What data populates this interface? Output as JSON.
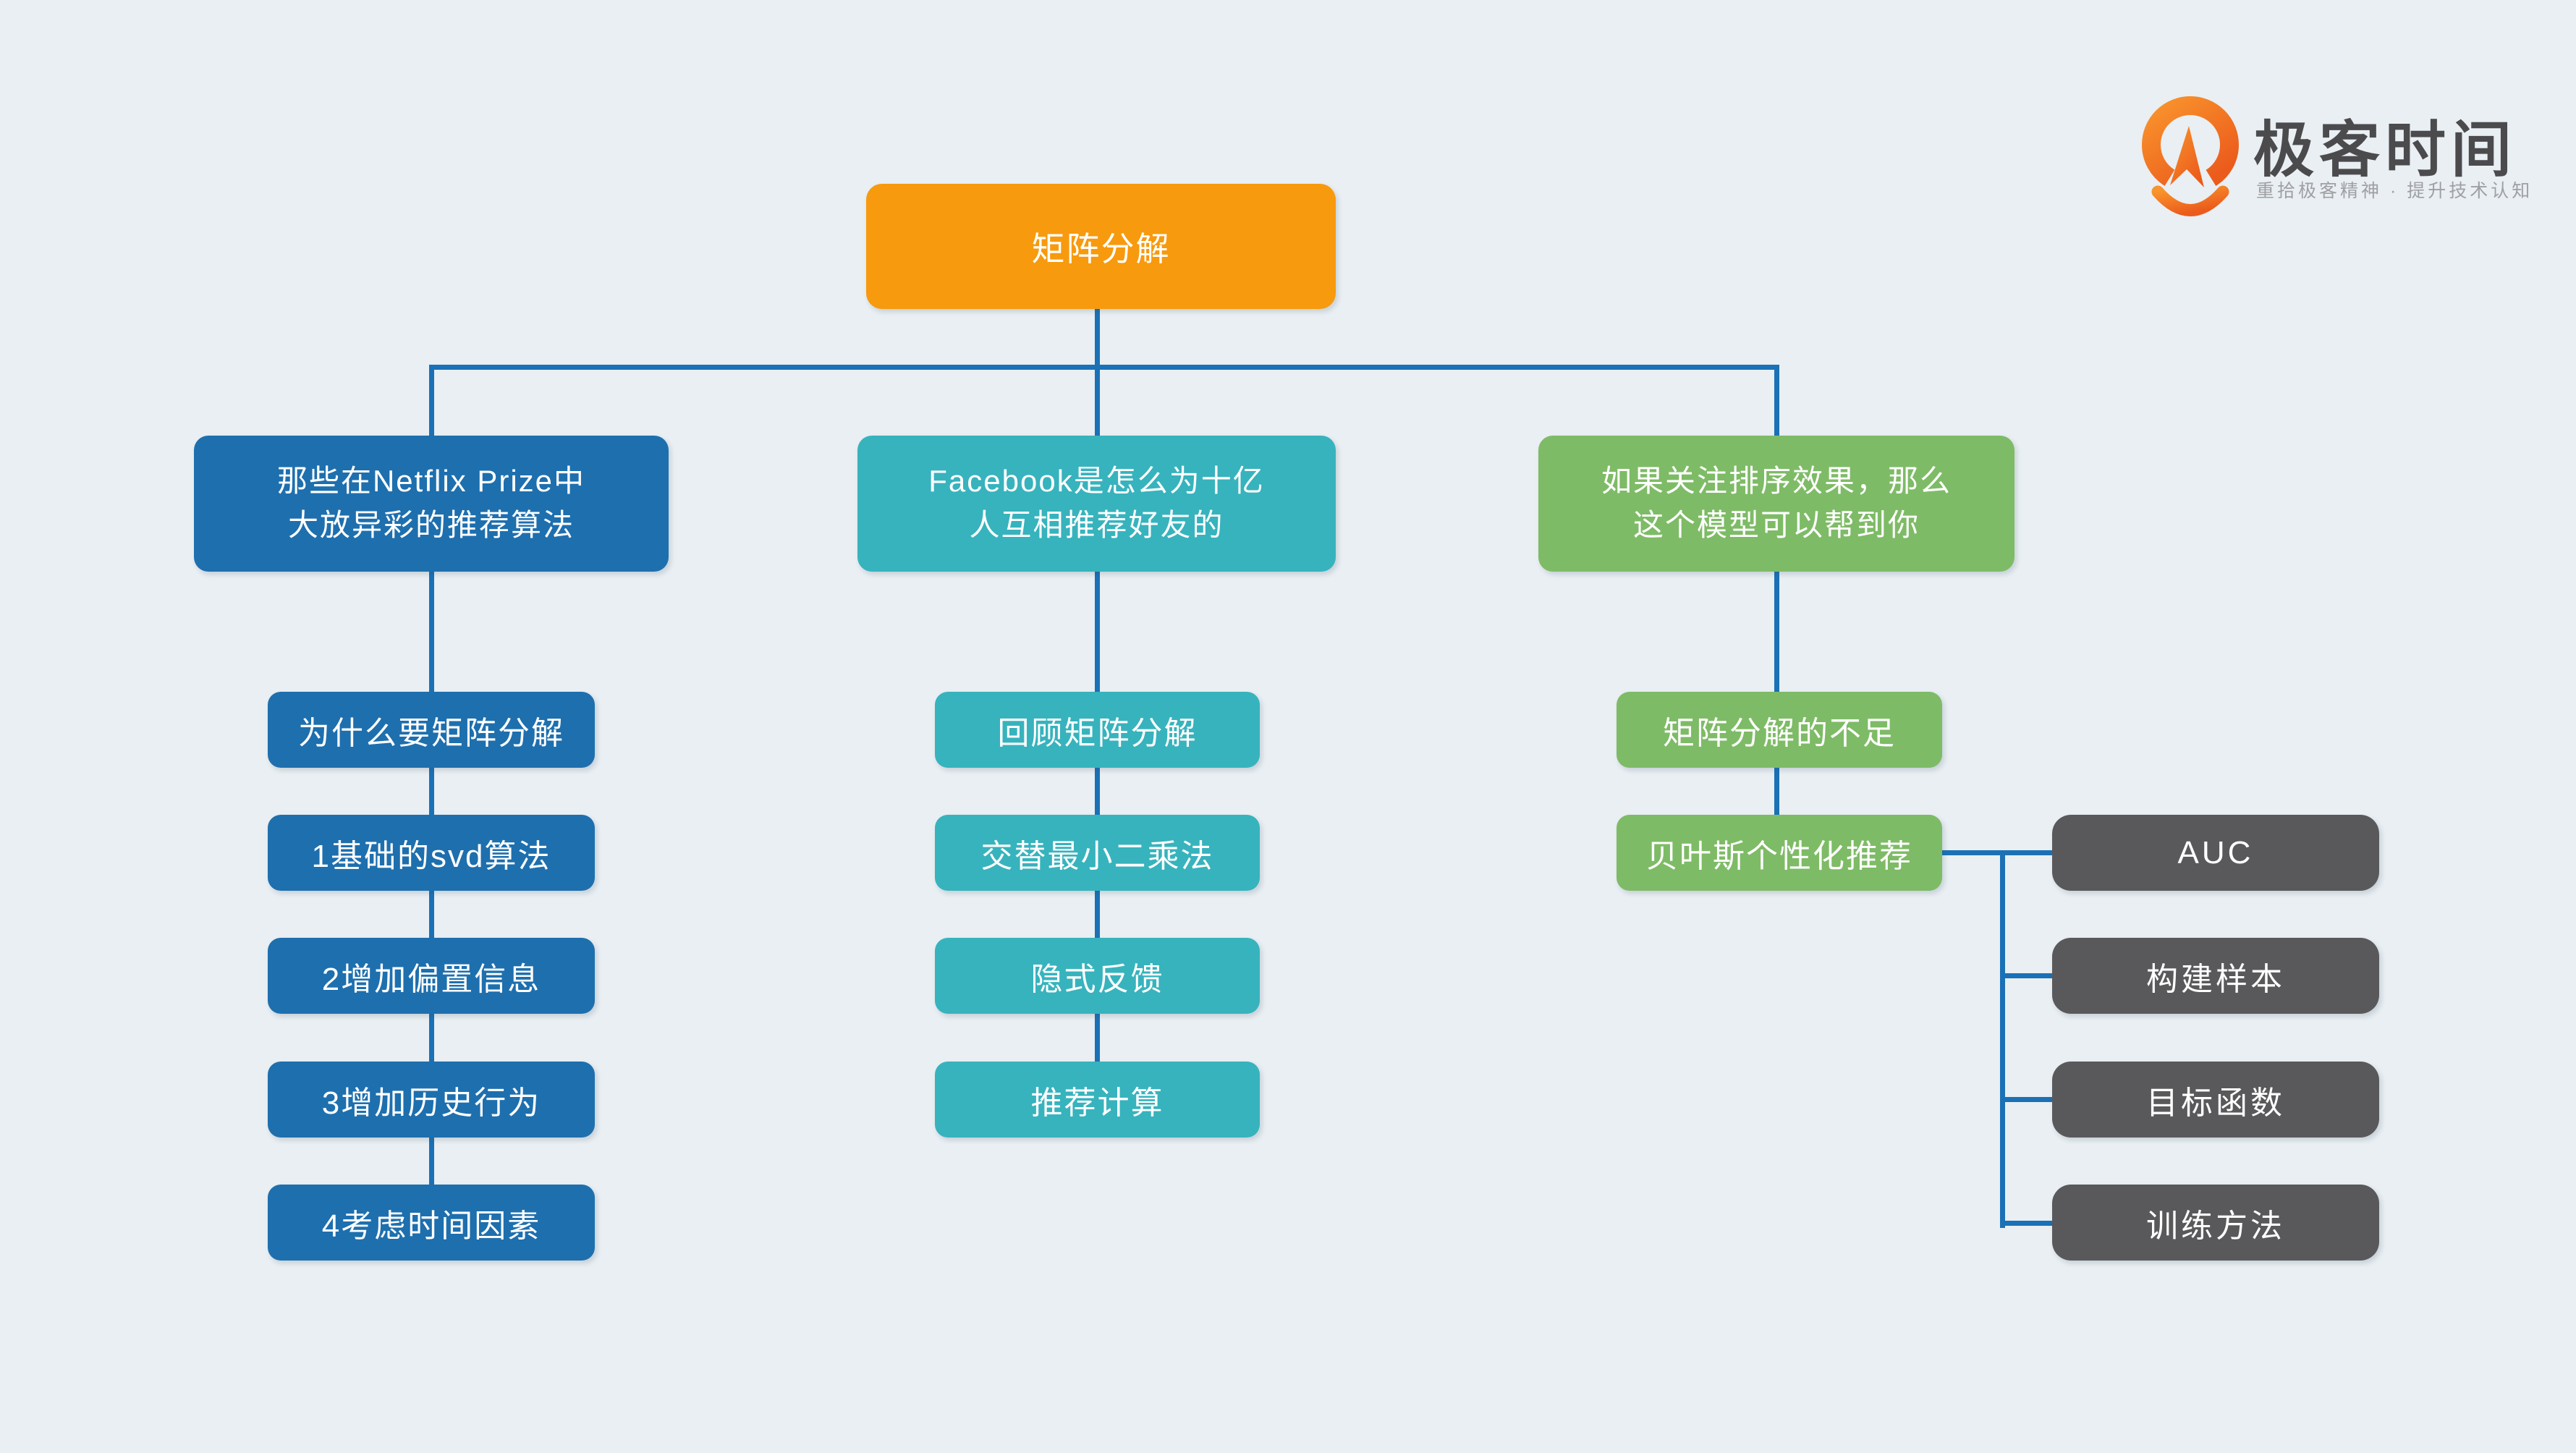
{
  "logo": {
    "title": "极客时间",
    "tagline": "重拾极客精神 · 提升技术认知"
  },
  "colors": {
    "background": "#E9EFF3",
    "root": "#F79A0D",
    "branch_blue": "#1E6FAE",
    "branch_teal": "#37B3BD",
    "branch_green": "#7EBB66",
    "sub_gray": "#59595B",
    "connector": "#1B71B6",
    "text": "#FFFFFF",
    "logo_orange": "#F06F1F",
    "logo_text": "#4B4B4D",
    "logo_tagline": "#A0A0A3"
  },
  "mindmap": {
    "root": {
      "label": "矩阵分解"
    },
    "branches": [
      {
        "label": "那些在Netflix Prize中\n大放异彩的推荐算法",
        "children": [
          "为什么要矩阵分解",
          "1基础的svd算法",
          "2增加偏置信息",
          "3增加历史行为",
          "4考虑时间因素"
        ]
      },
      {
        "label": "Facebook是怎么为十亿\n人互相推荐好友的",
        "children": [
          "回顾矩阵分解",
          "交替最小二乘法",
          "隐式反馈",
          "推荐计算"
        ]
      },
      {
        "label": "如果关注排序效果，那么\n这个模型可以帮到你",
        "children": [
          "矩阵分解的不足",
          "贝叶斯个性化推荐"
        ],
        "subchildren": [
          "AUC",
          "构建样本",
          "目标函数",
          "训练方法"
        ]
      }
    ]
  }
}
